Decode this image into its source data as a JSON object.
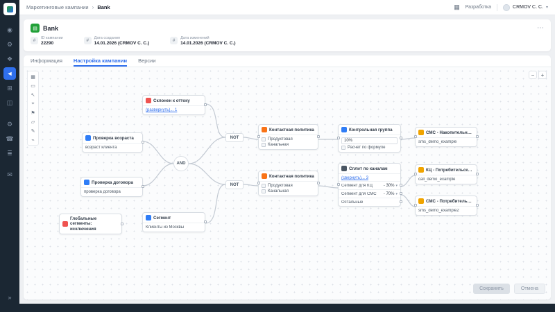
{
  "colors": {
    "accent": "#2f6fed",
    "sidebar_bg": "#1b2733",
    "brand_green": "#21a038",
    "node_orange": "#f97316",
    "node_red": "#ef5350",
    "node_amber": "#f0a400",
    "node_blue": "#2f7df6",
    "node_dark": "#4a5663"
  },
  "sidebar": {
    "items": [
      {
        "name": "contacts",
        "glyph": "◉"
      },
      {
        "name": "settings",
        "glyph": "⚙"
      },
      {
        "name": "products",
        "glyph": "❖"
      },
      {
        "name": "marketing-campaigns",
        "glyph": "◄"
      },
      {
        "name": "modules",
        "glyph": "⊞"
      },
      {
        "name": "integrations",
        "glyph": "◫"
      },
      {
        "name": "automation",
        "glyph": "⚙"
      },
      {
        "name": "calls",
        "glyph": "☎"
      },
      {
        "name": "tasks",
        "glyph": "≣"
      },
      {
        "name": "mail",
        "glyph": "✉"
      }
    ],
    "collapse_glyph": "»"
  },
  "header": {
    "breadcrumb_root": "Маркетинговые кампании",
    "breadcrumb_sep": "›",
    "breadcrumb_current": "Bank",
    "apps_glyph": "▦",
    "env_label": "Разработка",
    "user_name": "CRMOV С. С.",
    "user_caret": "▾"
  },
  "campaign": {
    "icon_glyph": "▤",
    "title": "Bank",
    "menu_glyph": "⋯",
    "hash_glyph": "#",
    "fields": [
      {
        "label": "ID кампании",
        "value": "22290"
      },
      {
        "label": "Дата создания",
        "value": "14.01.2026 (CRMOV С. С.)"
      },
      {
        "label": "Дата изменений",
        "value": "14.01.2026 (CRMOV С. С.)"
      }
    ]
  },
  "tabs": {
    "info": "Информация",
    "settings": "Настройка кампании",
    "versions": "Версии"
  },
  "canvas": {
    "zoom_out": "−",
    "zoom_in": "+",
    "tools": [
      {
        "name": "minimap",
        "glyph": "▦"
      },
      {
        "name": "select-area",
        "glyph": "▭"
      },
      {
        "name": "cursor",
        "glyph": "↖"
      },
      {
        "name": "focus",
        "glyph": "⌖"
      },
      {
        "name": "flag",
        "glyph": "⚑"
      },
      {
        "name": "frame",
        "glyph": "▱"
      },
      {
        "name": "edit",
        "glyph": "✎"
      },
      {
        "name": "connector",
        "glyph": "⌁"
      }
    ],
    "operators": {
      "and": "AND",
      "not_top": "NOT",
      "not_bottom": "NOT"
    },
    "nodes": {
      "churn": {
        "title": "Склонен к оттоку",
        "link": "(развернуть)... 1"
      },
      "age_check": {
        "title": "Проверка возраста",
        "body": "возраст клиента"
      },
      "contract_check": {
        "title": "Проверка договора",
        "body": "проверка договора"
      },
      "contact_policy_1": {
        "title": "Контактная политика",
        "option_1": "Продуктовая",
        "option_2": "Канальная"
      },
      "control_group": {
        "title": "Контрольная группа",
        "value": "10%",
        "option": "Расчет по формуле"
      },
      "sms_savings": {
        "title": "СМС - Накопительный счет",
        "body": "sms_demo_example"
      },
      "contact_policy_2": {
        "title": "Контактная политика",
        "option_1": "Продуктовая",
        "option_2": "Канальная"
      },
      "split": {
        "title": "Сплит по каналам",
        "link": "(свернуть)... 3",
        "row_1_label": "Сегмент для КЦ",
        "row_1_value": "-  30%",
        "row_2_label": "Сегмент для СМС",
        "row_2_value": "-  70%",
        "row_3_label": "Остальные"
      },
      "kc_credit": {
        "title": "КЦ - Потребительский кред...",
        "body": "call_demo_example"
      },
      "sms_credit": {
        "title": "СМС - Потребительский кре...",
        "body": "sms_demo_example2"
      },
      "global_segments": {
        "title": "Глобальные сегменты: исключения"
      },
      "segment": {
        "title": "Сегмент",
        "body": "Клиенты из Москвы"
      }
    }
  },
  "footer": {
    "save": "Сохранить",
    "cancel": "Отмена"
  }
}
